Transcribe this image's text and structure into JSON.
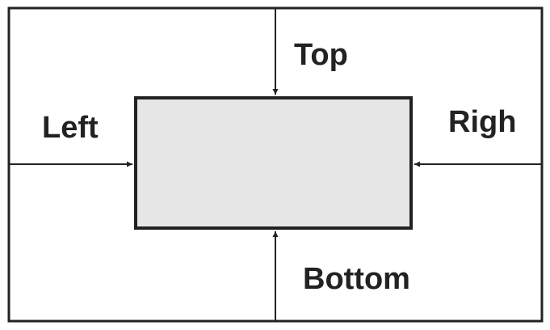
{
  "diagram": {
    "labels": {
      "top": "Top",
      "left": "Left",
      "right": "Righ",
      "bottom": "Bottom"
    }
  },
  "colors": {
    "stroke": "#222222",
    "box_fill": "#e6e6e6",
    "background": "#ffffff"
  }
}
